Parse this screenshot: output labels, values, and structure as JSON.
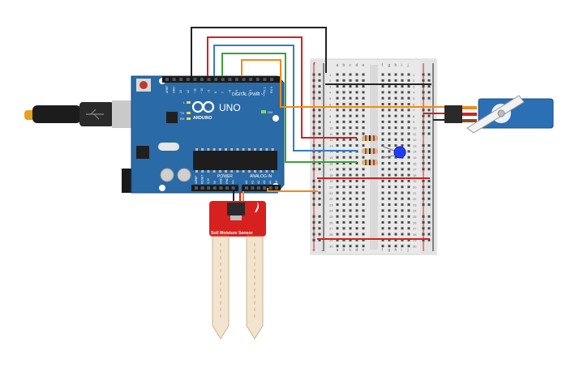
{
  "arduino": {
    "brand": "ARDUINO",
    "model": "UNO",
    "digital_header": "DIGITAL (PWM ~)",
    "power_header": "POWER",
    "analog_header": "ANALOG IN",
    "on_label": "ON",
    "tx_label": "TX",
    "rx_label": "RX",
    "l_label": "L",
    "top_pins": [
      "AREF",
      "GND",
      "13",
      "12",
      "~11",
      "~10",
      "~9",
      "8",
      "7",
      "~6",
      "~5",
      "4",
      "~3",
      "2",
      "TX 1",
      "RX 0"
    ],
    "power_pins": [
      "IOREF",
      "RESET",
      "3.3V",
      "5V",
      "GND",
      "GND",
      "Vin"
    ],
    "analog_pins": [
      "A0",
      "A1",
      "A2",
      "A3",
      "A4",
      "A5"
    ],
    "board_color": "#2a6aa6"
  },
  "breadboard": {
    "cols_left": [
      "a",
      "b",
      "c",
      "d",
      "e"
    ],
    "cols_right": [
      "f",
      "g",
      "h",
      "i",
      "j"
    ],
    "row_numbers": [
      "1",
      "2",
      "3",
      "4",
      "5",
      "6",
      "7",
      "8",
      "9",
      "10",
      "11",
      "12",
      "13",
      "14",
      "15",
      "16",
      "17",
      "18",
      "19",
      "20",
      "21",
      "22",
      "23",
      "24",
      "25",
      "26",
      "27",
      "28",
      "29",
      "30"
    ],
    "rail_plus": "+",
    "rail_minus": "−"
  },
  "sensor": {
    "label": "Soil Moisture Sensor",
    "color": "#d6211f"
  },
  "servo": {
    "color": "#2b6fb5"
  },
  "led": {
    "color": "#1f3dff"
  },
  "wire_colors": {
    "black": "#222222",
    "red": "#d42020",
    "blue": "#2f7fc8",
    "green": "#3aa33a",
    "orange": "#f08a1a"
  }
}
